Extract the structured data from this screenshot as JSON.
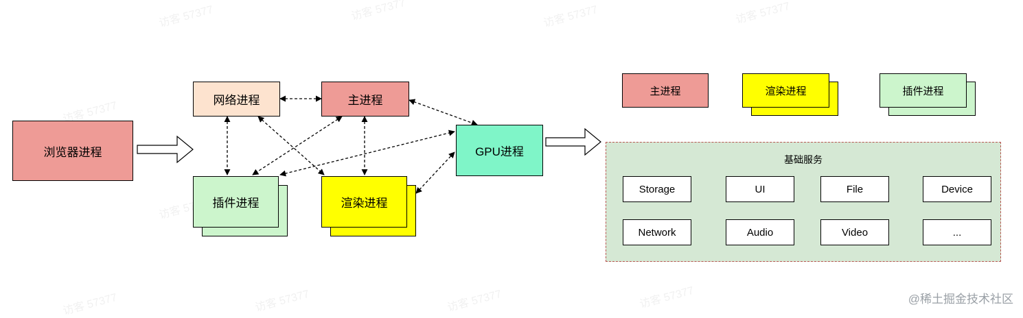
{
  "left": {
    "browser": "浏览器进程",
    "network": "网络进程",
    "main": "主进程",
    "plugin": "插件进程",
    "render": "渲染进程",
    "gpu": "GPU进程"
  },
  "right": {
    "main": "主进程",
    "render": "渲染进程",
    "plugin": "插件进程",
    "services_title": "基础服务",
    "services": [
      "Storage",
      "UI",
      "File",
      "Device",
      "Network",
      "Audio",
      "Video",
      "..."
    ]
  },
  "credit": "@稀土掘金技术社区",
  "colors": {
    "main": "#ee9b96",
    "network": "#fde3cf",
    "plugin": "#ccf5cc",
    "render": "#ffff00",
    "gpu": "#7ff5c8",
    "services_bg": "#d5e8d4",
    "services_border": "#b85450"
  }
}
